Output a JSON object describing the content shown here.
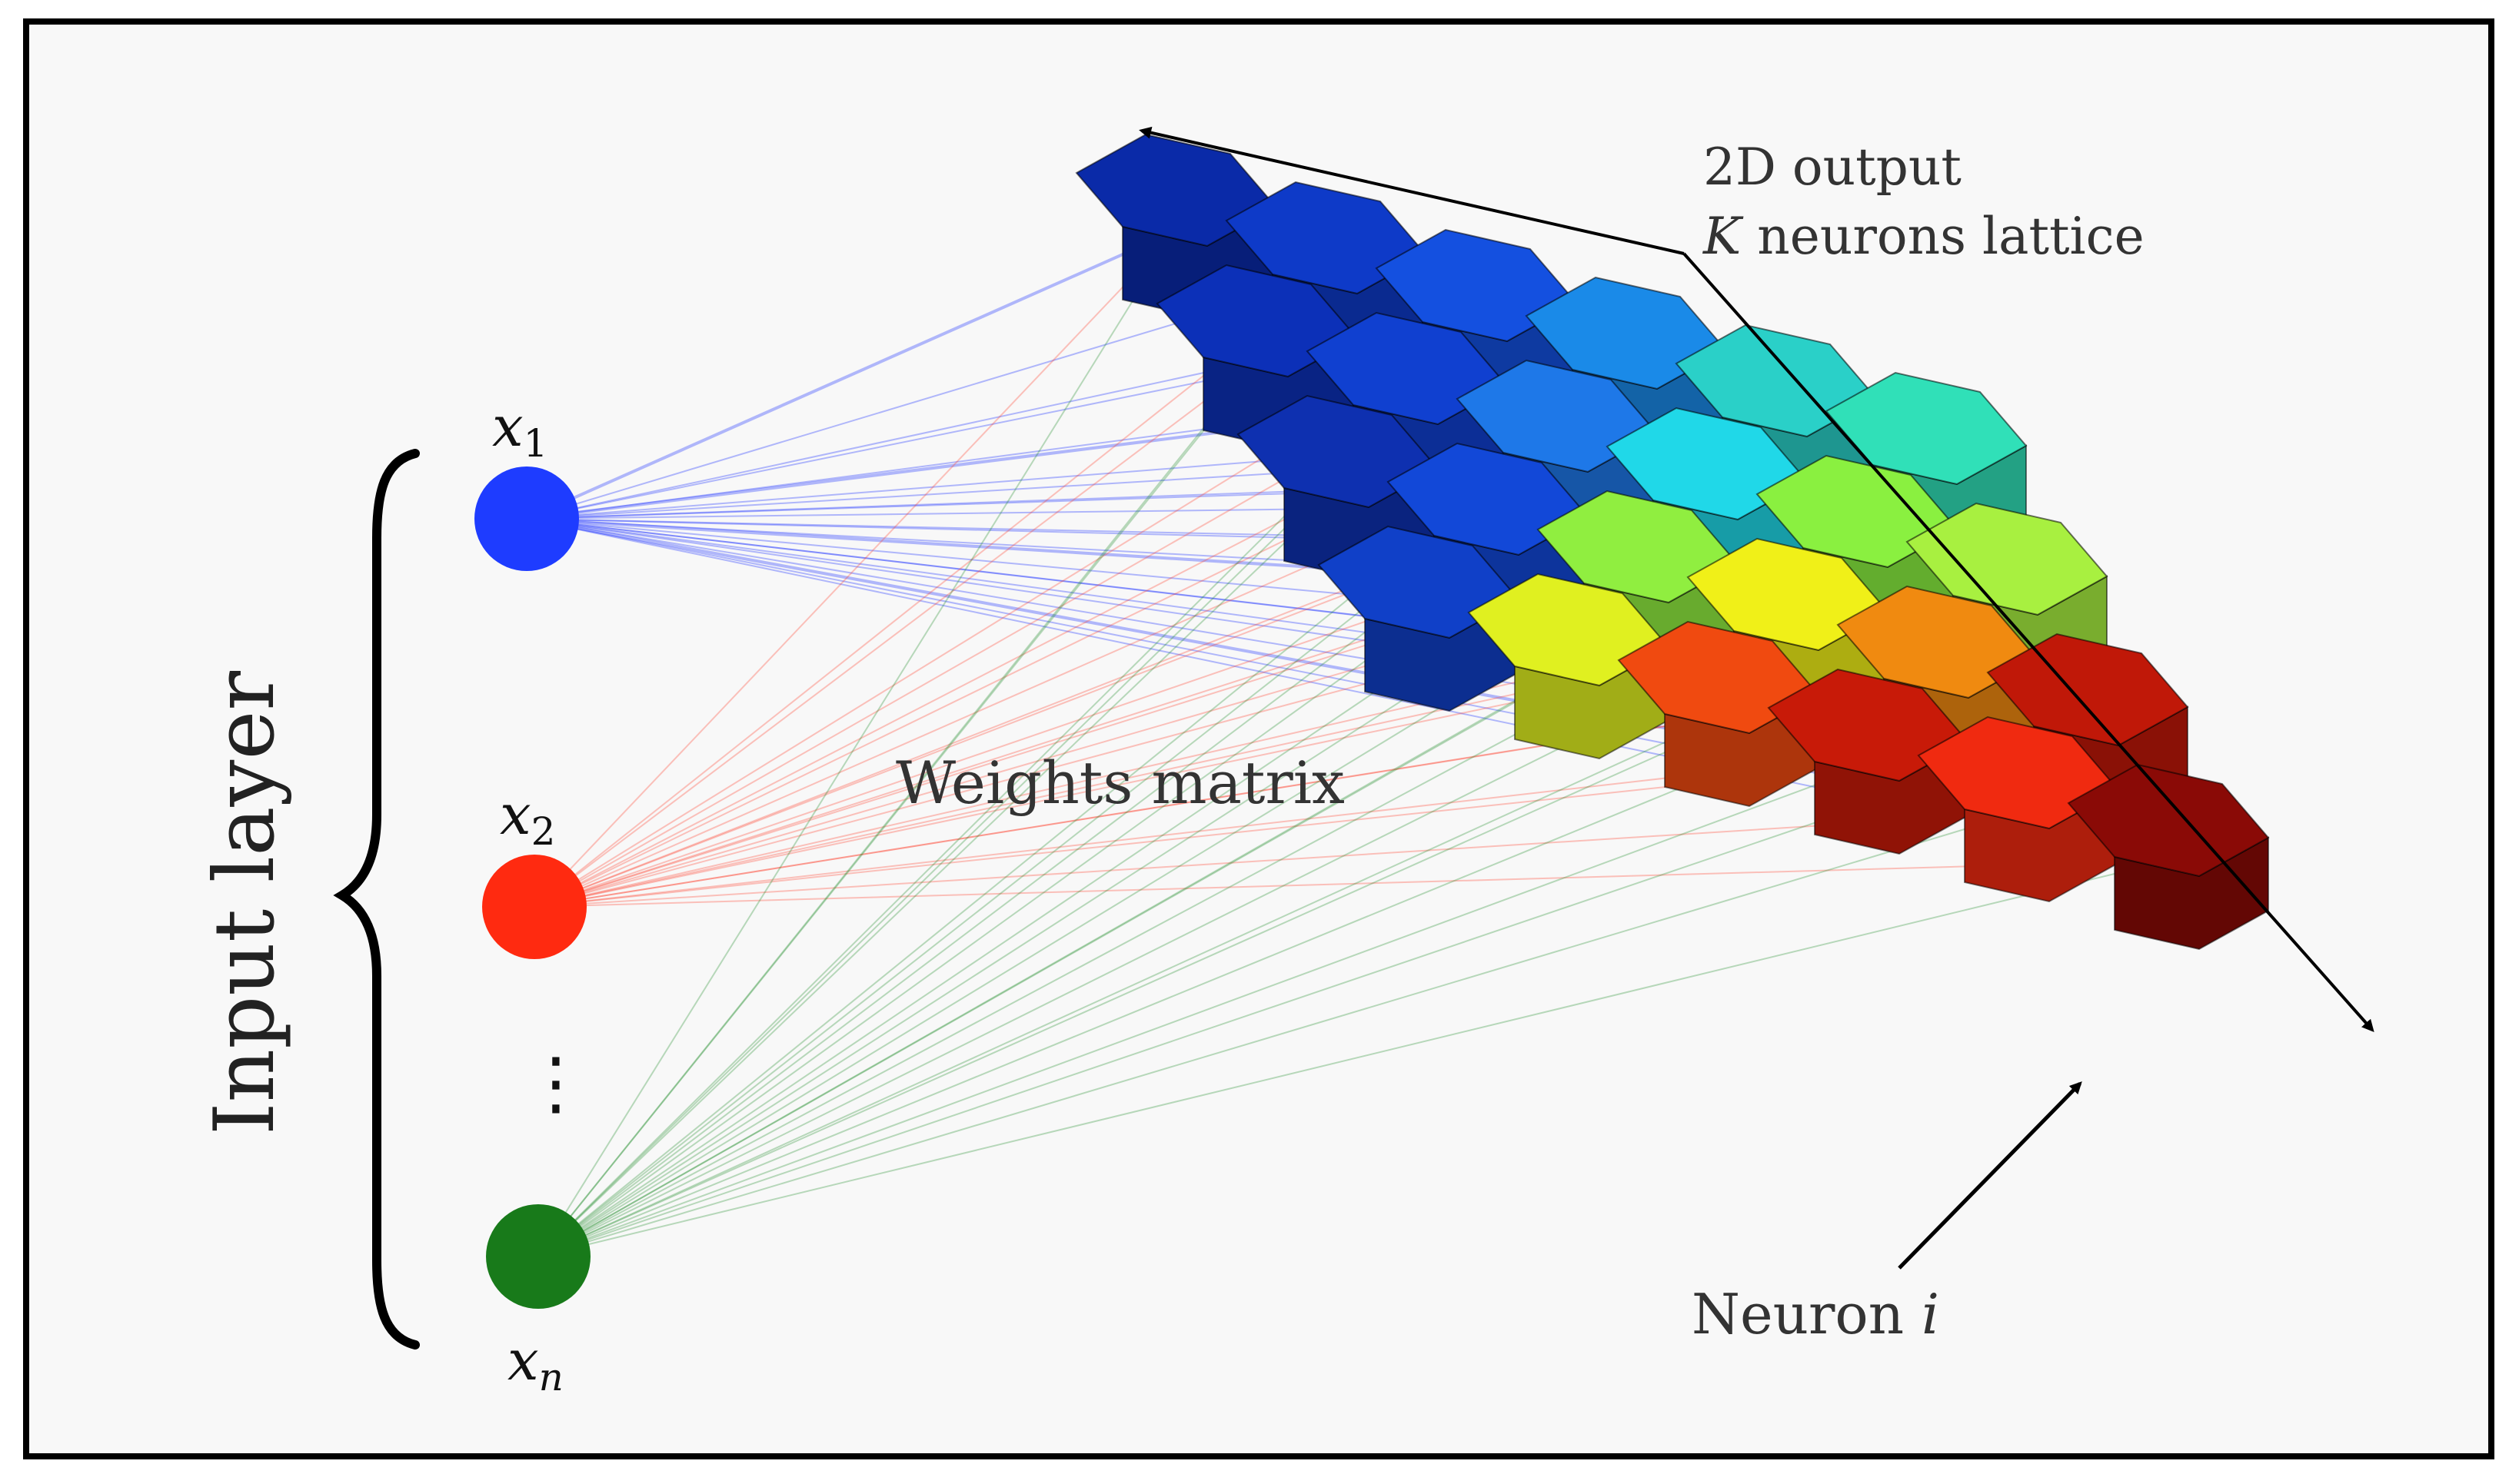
{
  "title_line1": "2D output",
  "title_line2_var": "K",
  "title_line2_rest": " neurons lattice",
  "input_layer_label": "Input layer",
  "weights_label": "Weights matrix",
  "neuron_label": "Neuron ",
  "neuron_var": "i",
  "inputs": [
    {
      "sym": "x",
      "sub": "1",
      "color": "#1e3cff"
    },
    {
      "sym": "x",
      "sub": "2",
      "color": "#ff2a10"
    },
    {
      "sym": "x",
      "sub": "n",
      "color": "#187a1a"
    }
  ],
  "dots": "⋮",
  "colors": {
    "frame": "#000000",
    "background": "#f8f8f8",
    "arrow": "#000000"
  },
  "lattice": {
    "rows": 4,
    "cols": 6,
    "cell_colors": [
      [
        "#0a2aa8",
        "#0e3ac8",
        "#1450e0",
        "#1a8ae8",
        "#2ad0c8",
        "#30e0b8"
      ],
      [
        "#0c30b8",
        "#1040d0",
        "#1e78e8",
        "#20d8e8",
        "#8af040",
        "#a8f040"
      ],
      [
        "#0e30b0",
        "#1248d8",
        "#90ee40",
        "#f0f018",
        "#f08a10",
        "#c01808"
      ],
      [
        "#1040c8",
        "#e0f020",
        "#f04a10",
        "#c81a08",
        "#f02a10",
        "#8a0a06"
      ]
    ]
  }
}
